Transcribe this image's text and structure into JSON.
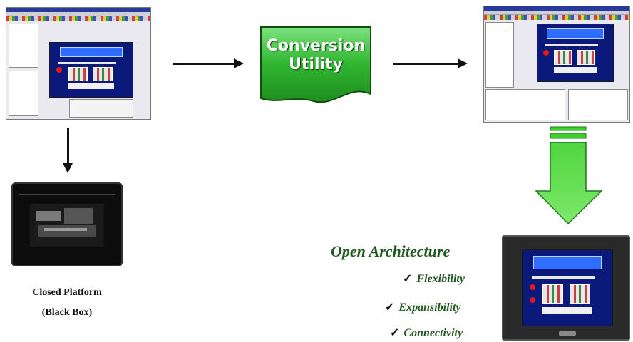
{
  "conversion": {
    "line1": "Conversion",
    "line2": "Utility"
  },
  "closed_platform": {
    "line1": "Closed Platform",
    "line2": "(Black Box)"
  },
  "open_architecture": {
    "title": "Open Architecture",
    "items": [
      {
        "check": "✓",
        "label": "Flexibility"
      },
      {
        "check": "✓",
        "label": "Expansibility"
      },
      {
        "check": "✓",
        "label": "Connectivity"
      }
    ]
  },
  "colors": {
    "accent_green": "#1f5a1f",
    "utility_green": "#2fb52f",
    "arrow_green": "#3fcf2f",
    "arrow_black": "#111111"
  }
}
